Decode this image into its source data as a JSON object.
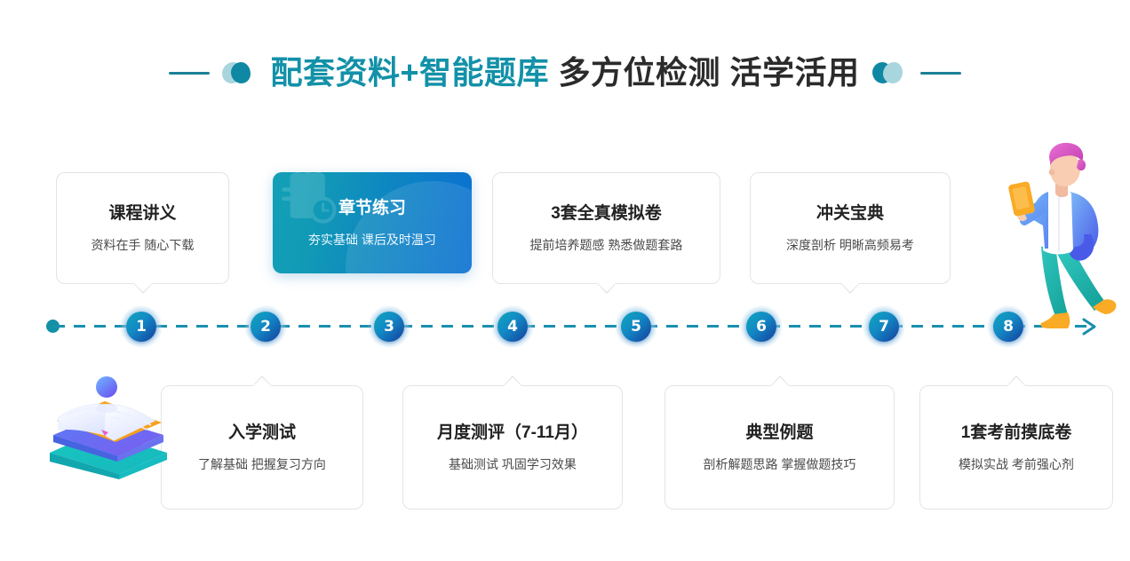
{
  "header": {
    "title_teal": "配套资料+智能题库",
    "title_dark": "多方位检测 活学活用",
    "left_decoration_icon": "leaf-blob-icon",
    "right_decoration_icon": "leaf-blob-icon",
    "accent_teal": "#1291a8",
    "title_dark_color": "#2b2b2b"
  },
  "timeline": {
    "start_dot_color": "#1290a6",
    "line_color": "#1a8fae",
    "arrow_icon": "arrow-right-icon",
    "bead_gradient_from": "#0fa7bd",
    "bead_gradient_to": "#153f9e",
    "steps": [
      {
        "number": "1"
      },
      {
        "number": "2"
      },
      {
        "number": "3"
      },
      {
        "number": "4"
      },
      {
        "number": "5"
      },
      {
        "number": "6"
      },
      {
        "number": "7"
      },
      {
        "number": "8"
      }
    ]
  },
  "top_cards": [
    {
      "title": "课程讲义",
      "subtitle": "资料在手 随心下载",
      "highlighted": false
    },
    {
      "title": "章节练习",
      "subtitle": "夯实基础 课后及时温习",
      "highlighted": true,
      "watermark_icon": "document-clock-icon",
      "gradient_from": "#13a0b6",
      "gradient_to": "#0a6fd2"
    },
    {
      "title": "3套全真模拟卷",
      "subtitle": "提前培养题感 熟悉做题套路",
      "highlighted": false
    },
    {
      "title": "冲关宝典",
      "subtitle": "深度剖析 明晰高频易考",
      "highlighted": false
    }
  ],
  "bottom_cards": [
    {
      "title": "入学测试",
      "subtitle": "了解基础 把握复习方向"
    },
    {
      "title": "月度测评（7-11月）",
      "subtitle": "基础测试 巩固学习效果"
    },
    {
      "title": "典型例题",
      "subtitle": "剖析解题思路 掌握做题技巧"
    },
    {
      "title": "1套考前摸底卷",
      "subtitle": "模拟实战 考前强心剂"
    }
  ],
  "illustrations": {
    "books_icon": "stacked-books-icon",
    "person_icon": "walking-person-with-phone-icon"
  }
}
